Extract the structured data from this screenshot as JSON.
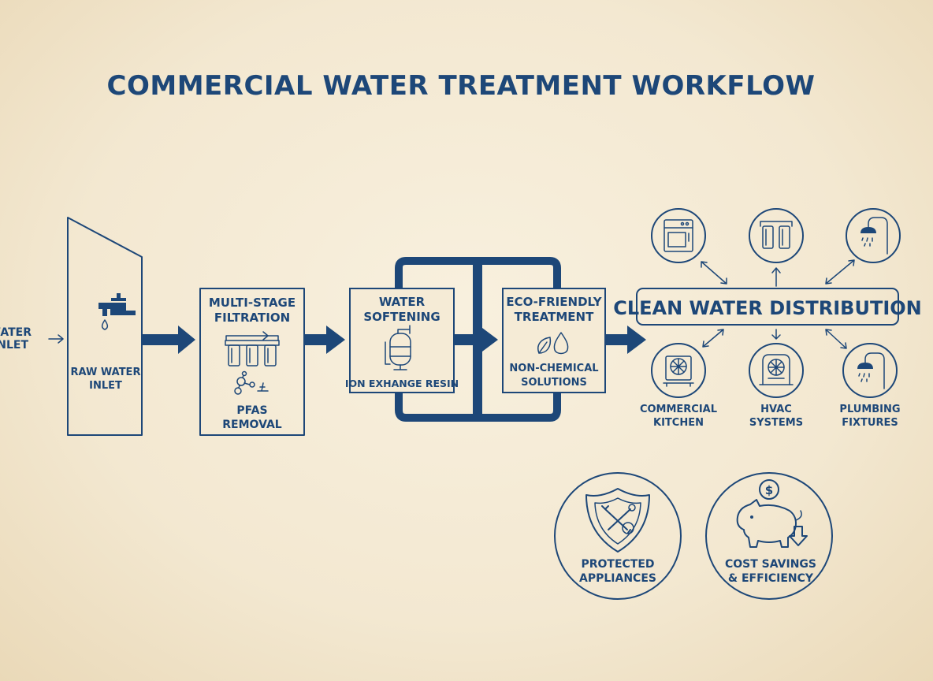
{
  "title": "COMMERCIAL WATER TREATMENT WORKFLOW",
  "inlet": {
    "side_label_line1": "RAW WATER",
    "side_label_line2": "INLET",
    "box_label_line1": "RAW WATER",
    "box_label_line2": "INLET"
  },
  "filtration": {
    "title_line1": "MULTI-STAGE",
    "title_line2": "FILTRATION",
    "sub_line1": "PFAS",
    "sub_line2": "REMOVAL"
  },
  "softening": {
    "title_line1": "WATER",
    "title_line2": "SOFTENING",
    "sub": "ION EXHANGE RESIN"
  },
  "eco": {
    "title_line1": "ECO-FRIENDLY",
    "title_line2": "TREATMENT",
    "sub_line1": "NON-CHEMICAL",
    "sub_line2": "SOLUTIONS"
  },
  "distribution": {
    "label": "CLEAN WATER DISTRIBUTION"
  },
  "endpoints": [
    {
      "line1": "COMMERCIAL",
      "line2": "KITCHEN"
    },
    {
      "line1": "HVAC",
      "line2": "SYSTEMS"
    },
    {
      "line1": "PLUMBING",
      "line2": "FIXTURES"
    }
  ],
  "benefits": [
    {
      "line1": "PROTECTED",
      "line2": "APPLIANCES"
    },
    {
      "line1": "COST SAVINGS",
      "line2": "& EFFICIENCY"
    }
  ],
  "icons": {
    "inlet": "faucet-icon",
    "filtration": "triple-filter-icon",
    "pfas": "molecule-icon",
    "softening": "softener-tank-icon",
    "eco": "leaf-drop-icon",
    "top_left": "dishwasher-icon",
    "top_mid": "filter-cartridge-icon",
    "top_right": "shower-icon",
    "kitchen": "kitchen-fan-icon",
    "hvac": "hvac-unit-icon",
    "plumbing": "shower-icon",
    "protected": "shield-wrench-icon",
    "savings": "piggy-bank-icon"
  },
  "colors": {
    "ink": "#1d4778",
    "paper": "#f5ebd6"
  }
}
